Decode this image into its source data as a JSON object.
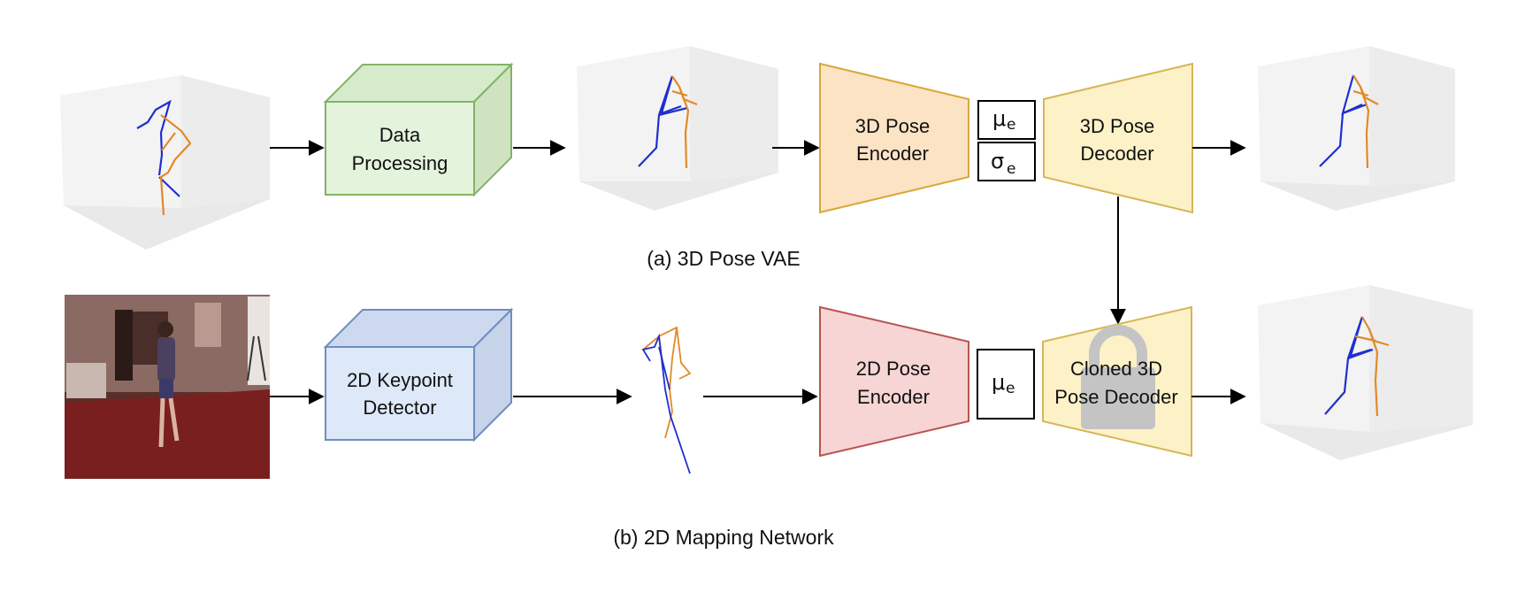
{
  "blocks": {
    "data_processing": {
      "line1": "Data",
      "line2": "Processing"
    },
    "keypoint_detector": {
      "line1": "2D Keypoint",
      "line2": "Detector"
    },
    "pose3d_encoder": {
      "line1": "3D Pose",
      "line2": "Encoder"
    },
    "pose3d_decoder": {
      "line1": "3D Pose",
      "line2": "Decoder"
    },
    "pose2d_encoder": {
      "line1": "2D Pose",
      "line2": "Encoder"
    },
    "cloned_decoder": {
      "line1": "Cloned 3D",
      "line2": "Pose Decoder"
    }
  },
  "latent": {
    "mu": "μ",
    "mu_sub": "e",
    "sigma": "σ",
    "sigma_sub": "e"
  },
  "captions": {
    "vae": "(a) 3D Pose VAE",
    "mapping": "(b) 2D Mapping Network"
  },
  "colors": {
    "skeleton_left": "#1f2fd0",
    "skeleton_right": "#e08a2a",
    "processing_fill": "#e4f3dc",
    "processing_stroke": "#82b366",
    "detector_fill": "#dde8f8",
    "detector_stroke": "#6c8ebf",
    "encoder3d_fill": "#fbe3c4",
    "encoder3d_stroke": "#d6a93a",
    "decoder_fill": "#fdf1c8",
    "decoder_stroke": "#d6b656",
    "encoder2d_fill": "#f6d5d4",
    "encoder2d_stroke": "#b85450",
    "photo_floor": "#7a1f1f"
  }
}
